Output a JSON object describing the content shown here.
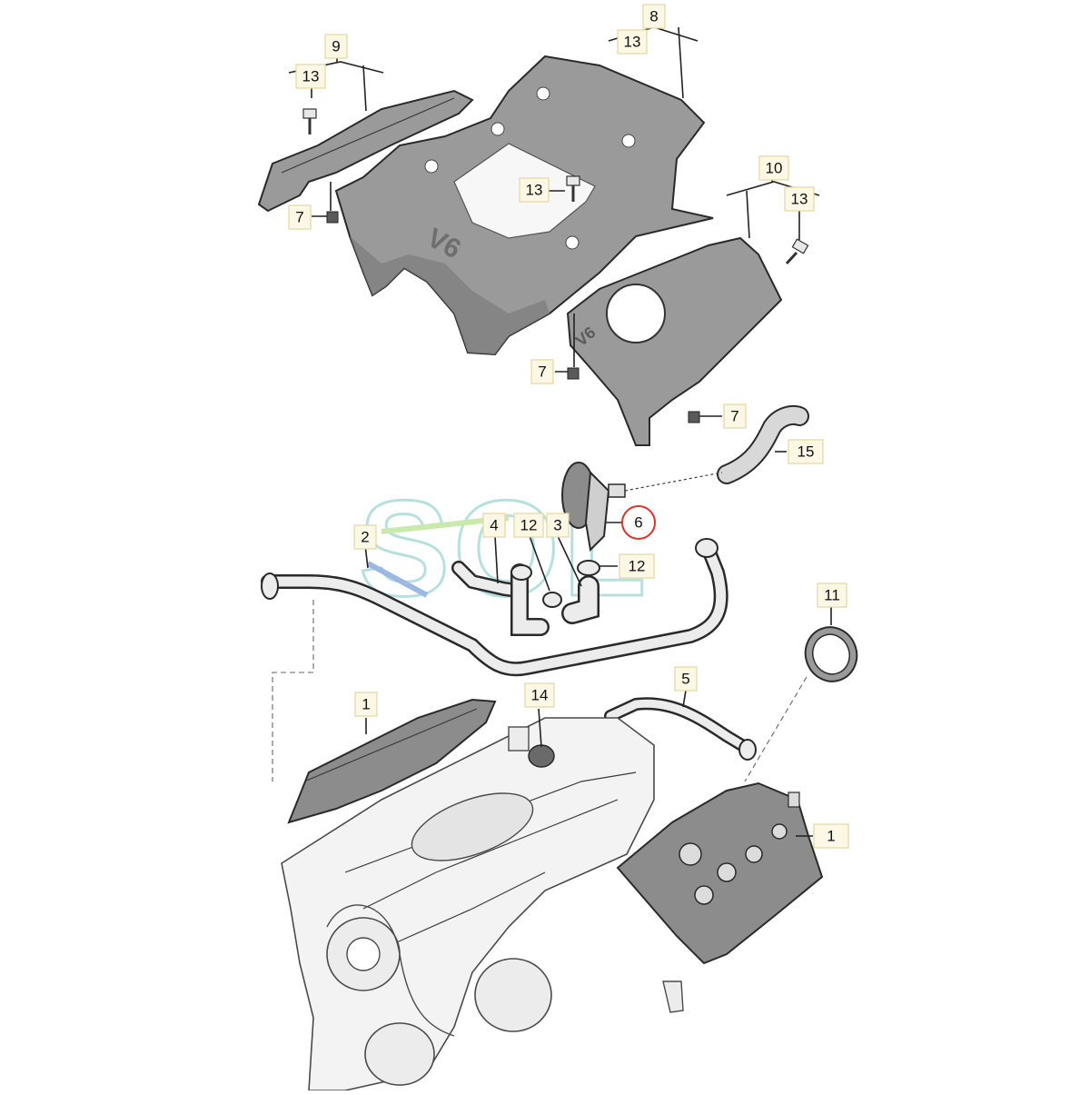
{
  "diagram": {
    "watermark": "SOL",
    "colors": {
      "cover_fill": "#9a9a9a",
      "cover_dark": "#7f7f7f",
      "hose_fill": "#e9e9e9",
      "engine_fill": "#f3f3f3",
      "valve_cover_fill": "#8c8c8c",
      "label_fill": "#fdf8e6",
      "label_border": "#e4d7a0",
      "highlight_circle": "#e0302a",
      "watermark_teal": "#7cc8c8",
      "watermark_green": "#9fd86a",
      "watermark_blue": "#4a7fd0"
    },
    "cover_emblem": "V6",
    "callouts": [
      {
        "id": "callout-8",
        "label": "8"
      },
      {
        "id": "callout-13-a",
        "label": "13"
      },
      {
        "id": "callout-9",
        "label": "9"
      },
      {
        "id": "callout-13-b",
        "label": "13"
      },
      {
        "id": "callout-13-c",
        "label": "13"
      },
      {
        "id": "callout-7-a",
        "label": "7"
      },
      {
        "id": "callout-10",
        "label": "10"
      },
      {
        "id": "callout-13-d",
        "label": "13"
      },
      {
        "id": "callout-7-b",
        "label": "7"
      },
      {
        "id": "callout-7-c",
        "label": "7"
      },
      {
        "id": "callout-15",
        "label": "15"
      },
      {
        "id": "callout-6",
        "label": "6",
        "highlighted": true
      },
      {
        "id": "callout-2",
        "label": "2"
      },
      {
        "id": "callout-4",
        "label": "4"
      },
      {
        "id": "callout-12-a",
        "label": "12"
      },
      {
        "id": "callout-3",
        "label": "3"
      },
      {
        "id": "callout-12-b",
        "label": "12"
      },
      {
        "id": "callout-11",
        "label": "11"
      },
      {
        "id": "callout-5",
        "label": "5"
      },
      {
        "id": "callout-1-a",
        "label": "1"
      },
      {
        "id": "callout-14",
        "label": "14"
      },
      {
        "id": "callout-1-b",
        "label": "1"
      }
    ]
  }
}
